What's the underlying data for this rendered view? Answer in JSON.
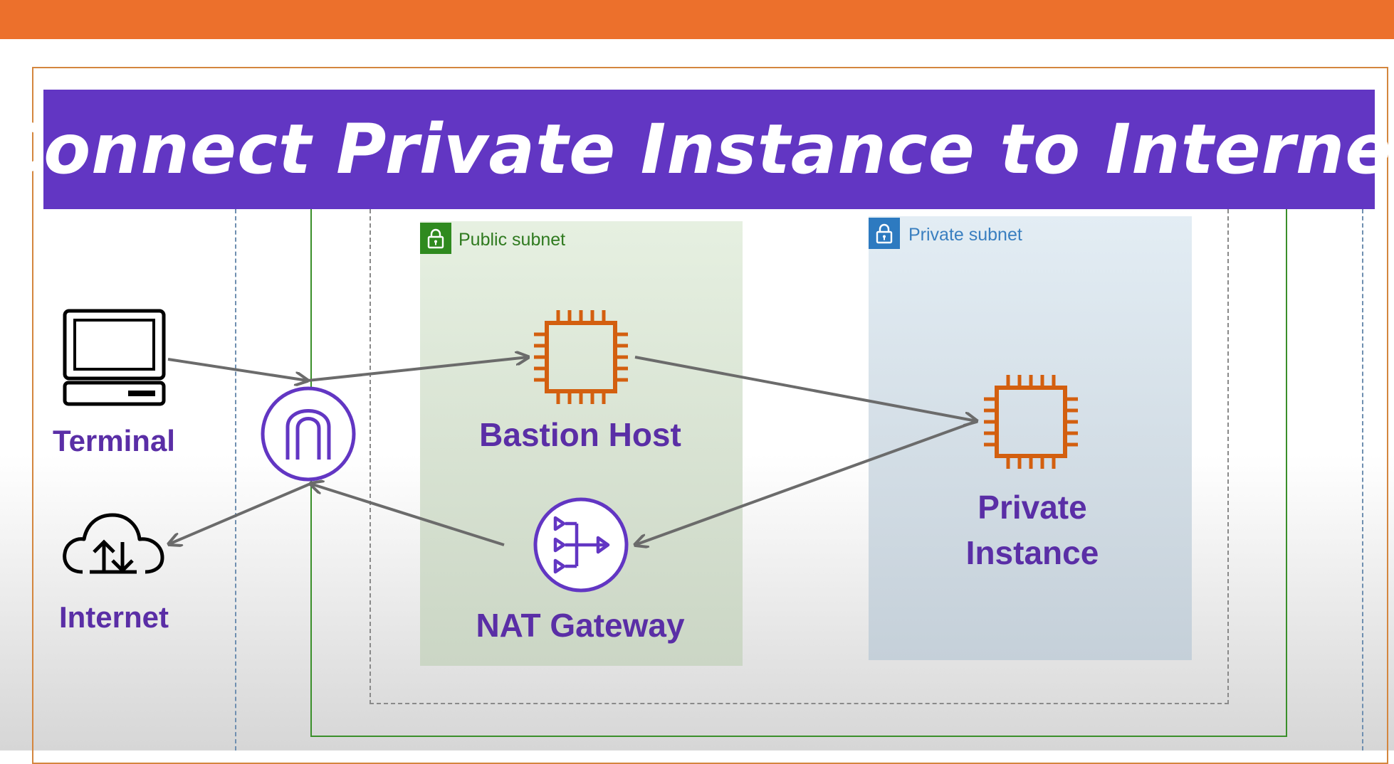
{
  "title": "Connect Private Instance to Internet",
  "subnets": {
    "public": "Public subnet",
    "private": "Private subnet"
  },
  "nodes": {
    "terminal": "Terminal",
    "internet": "Internet",
    "bastion": "Bastion Host",
    "nat": "NAT Gateway",
    "private_line1": "Private",
    "private_line2": "Instance"
  },
  "icons": {
    "terminal": "computer-terminal-icon",
    "internet": "cloud-upload-download-icon",
    "igw": "internet-gateway-icon",
    "bastion": "ec2-instance-chip-icon",
    "nat": "nat-gateway-icon",
    "private": "ec2-instance-chip-icon",
    "lock": "lock-icon"
  },
  "colors": {
    "top_bar": "#ec702c",
    "title_bg": "#6236c3",
    "label_purple": "#5a2ea6",
    "ec2_orange": "#d35f0f",
    "vpc_green": "#3a8f2a",
    "public_subnet_bg": "#e6f0e1",
    "public_subnet_badge": "#2f8a1f",
    "private_subnet_bg": "#e3edf4",
    "private_subnet_badge": "#2d7ac0",
    "arrow": "#6b6b6b"
  }
}
